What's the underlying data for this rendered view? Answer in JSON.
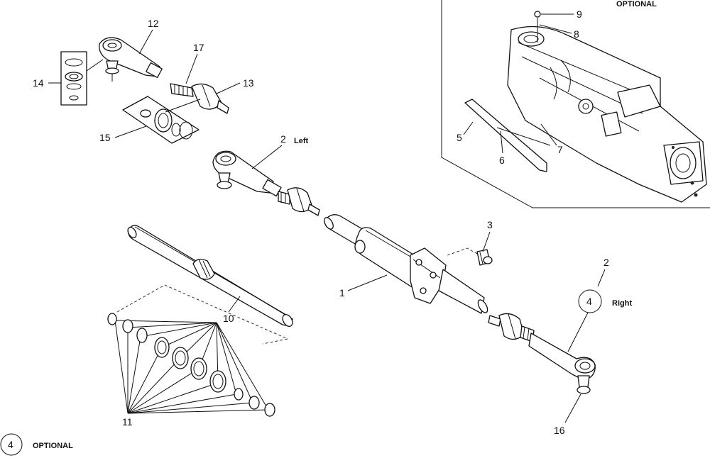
{
  "callouts": {
    "c1": "1",
    "c2_left": "2",
    "c2_right": "2",
    "c3": "3",
    "c4_circle": "4",
    "c5": "5",
    "c6": "6",
    "c7": "7",
    "c8": "8",
    "c9": "9",
    "c10": "10",
    "c11": "11",
    "c12": "12",
    "c13": "13",
    "c14": "14",
    "c15": "15",
    "c16": "16",
    "c17": "17"
  },
  "labels": {
    "left": "Left",
    "right": "Right",
    "inset_optional": "OPTIONAL",
    "legend_number": "4",
    "legend_text": "OPTIONAL"
  }
}
